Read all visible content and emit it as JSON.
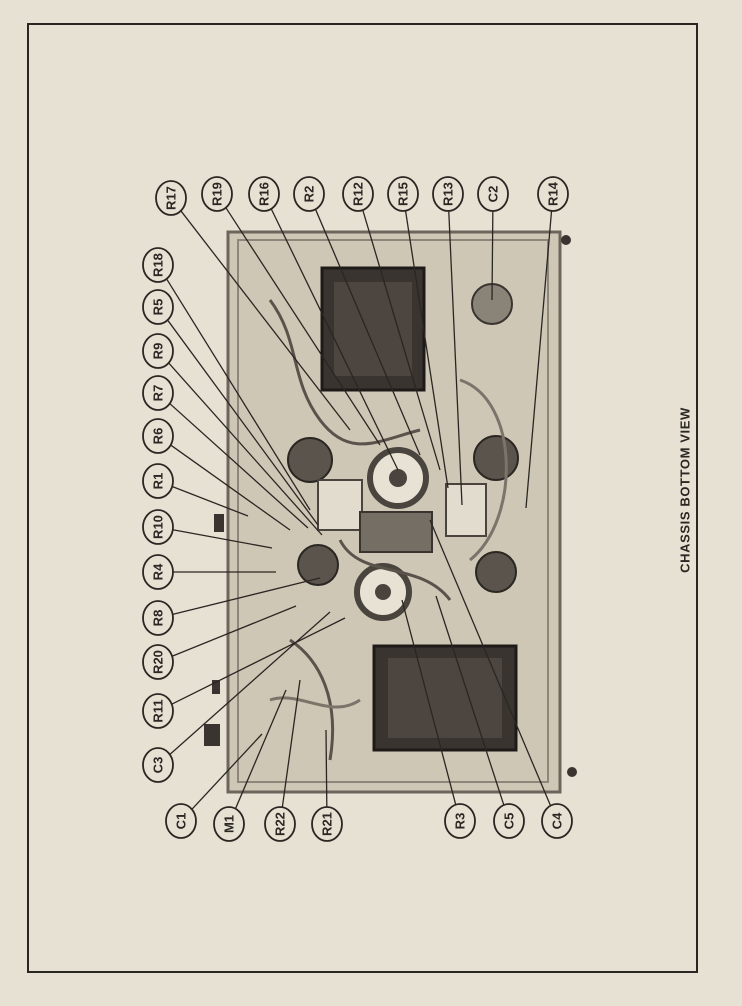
{
  "caption": "CHASSIS BOTTOM VIEW",
  "colors": {
    "paper": "#e7e1d4",
    "ink": "#2a2622",
    "chassis": "#cfc7b6",
    "transformer": "#3a3430"
  },
  "callouts": [
    {
      "id": "R17",
      "label": "R17"
    },
    {
      "id": "R19",
      "label": "R19"
    },
    {
      "id": "R16",
      "label": "R16"
    },
    {
      "id": "R2",
      "label": "R2"
    },
    {
      "id": "R12",
      "label": "R12"
    },
    {
      "id": "R15",
      "label": "R15"
    },
    {
      "id": "R13",
      "label": "R13"
    },
    {
      "id": "C2",
      "label": "C2"
    },
    {
      "id": "R14",
      "label": "R14"
    },
    {
      "id": "R18",
      "label": "R18"
    },
    {
      "id": "R5",
      "label": "R5"
    },
    {
      "id": "R9",
      "label": "R9"
    },
    {
      "id": "R7",
      "label": "R7"
    },
    {
      "id": "R6",
      "label": "R6"
    },
    {
      "id": "R1",
      "label": "R1"
    },
    {
      "id": "R10",
      "label": "R10"
    },
    {
      "id": "R4",
      "label": "R4"
    },
    {
      "id": "R8",
      "label": "R8"
    },
    {
      "id": "R20",
      "label": "R20"
    },
    {
      "id": "R11",
      "label": "R11"
    },
    {
      "id": "C3",
      "label": "C3"
    },
    {
      "id": "C1",
      "label": "C1"
    },
    {
      "id": "M1",
      "label": "M1"
    },
    {
      "id": "R22",
      "label": "R22"
    },
    {
      "id": "R21",
      "label": "R21"
    },
    {
      "id": "R3",
      "label": "R3"
    },
    {
      "id": "C5",
      "label": "C5"
    },
    {
      "id": "C4",
      "label": "C4"
    }
  ]
}
